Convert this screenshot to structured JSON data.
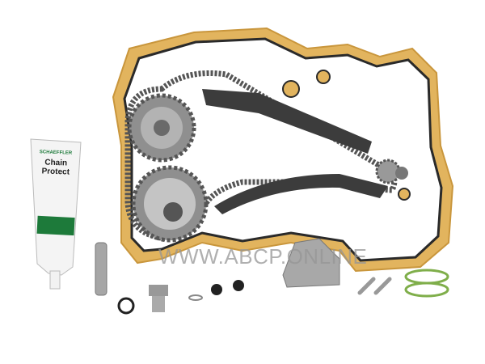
{
  "product": {
    "tube_brand": "SCHAEFFLER",
    "tube_title_line1": "Chain",
    "tube_title_line2": "Protect"
  },
  "watermark": "WWW.ABCP.ONLINE",
  "colors": {
    "gasket": "#e2b45e",
    "gasket_seal": "#2a2a2a",
    "metal": "#9c9c9c",
    "chain": "#555555",
    "tube_green": "#1d7a3a",
    "o_ring_green": "#7fae4a"
  }
}
